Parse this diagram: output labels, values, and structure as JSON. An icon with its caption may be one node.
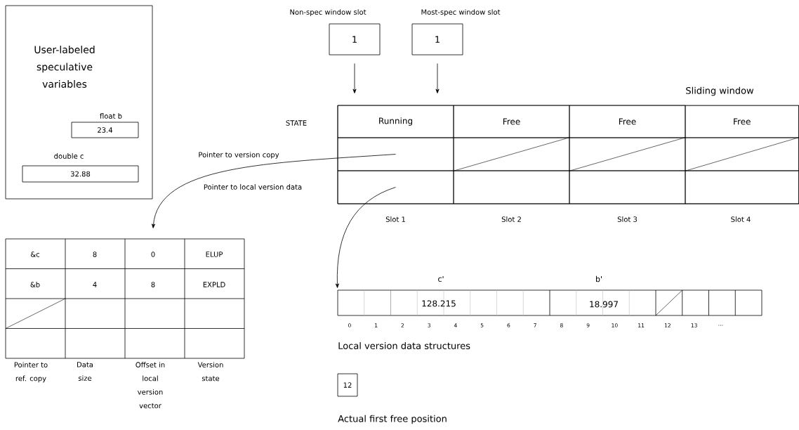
{
  "diagram": {
    "nodes": [
      {
        "text": [
          "User-labeled speculative variables"
        ]
      },
      {
        "text": [
          "float b",
          "23.4"
        ],
        "in": 0
      },
      {
        "text": [
          "double c",
          "32.88"
        ],
        "in": 0
      },
      {
        "text": [
          "Non-spec window slot",
          "1"
        ]
      },
      {
        "text": [
          "Most-spec window slot",
          "1"
        ]
      },
      {
        "text": [
          "Sliding window"
        ]
      },
      {
        "text": [
          "Running"
        ],
        "in": 5
      },
      {
        "text": [
          "Free"
        ],
        "in": 5
      },
      {
        "text": [
          "Free"
        ],
        "in": 5
      },
      {
        "text": [
          "Free"
        ],
        "in": 5
      },
      {
        "text": [],
        "shape": "box",
        "in": 5
      },
      {
        "text": [],
        "shape": "box",
        "in": 5
      },
      {
        "text": [],
        "shape": "box",
        "in": 5
      },
      {
        "text": [],
        "shape": "box",
        "in": 5
      },
      {
        "text": [],
        "shape": "box",
        "in": 5,
        "beside": [
          "Slot 1"
        ]
      },
      {
        "text": [],
        "shape": "box",
        "in": 5,
        "beside": [
          "Slot 2"
        ]
      },
      {
        "text": [],
        "shape": "box",
        "in": 5,
        "beside": [
          "Slot 3"
        ]
      },
      {
        "text": [],
        "shape": "box",
        "in": 5,
        "beside": [
          "Slot 4"
        ]
      },
      {
        "text": [],
        "shape": "box",
        "beside": [
          "Pointer to ref. copy",
          "Data size",
          "Offset in local version vector",
          "Version state"
        ]
      },
      {
        "text": [],
        "shape": "box",
        "beside": [
          "Local version data structures"
        ]
      },
      {
        "text": [
          "12"
        ],
        "beside": [
          "Actual first free position"
        ]
      }
    ],
    "edges": [
      {
        "from": 3,
        "to": 6,
        "arrow": "to"
      },
      {
        "from": 4,
        "to": 6,
        "arrow": "to"
      },
      {
        "from": 10,
        "to": 18,
        "arrow": "to"
      },
      {
        "from": 14,
        "to": 19,
        "arrow": "to"
      }
    ],
    "labels": [
      "STATE",
      "Pointer to version copy",
      "Pointer to local version data",
      "&c",
      "8",
      "0",
      "ELUP",
      "&b",
      "4",
      "8",
      "EXPLD",
      "c'",
      "b'",
      "128.215",
      "18.997",
      "0",
      "1",
      "2",
      "3",
      "4",
      "5",
      "6",
      "7",
      "8",
      "9",
      "10",
      "11",
      "12",
      "13",
      "…"
    ]
  }
}
